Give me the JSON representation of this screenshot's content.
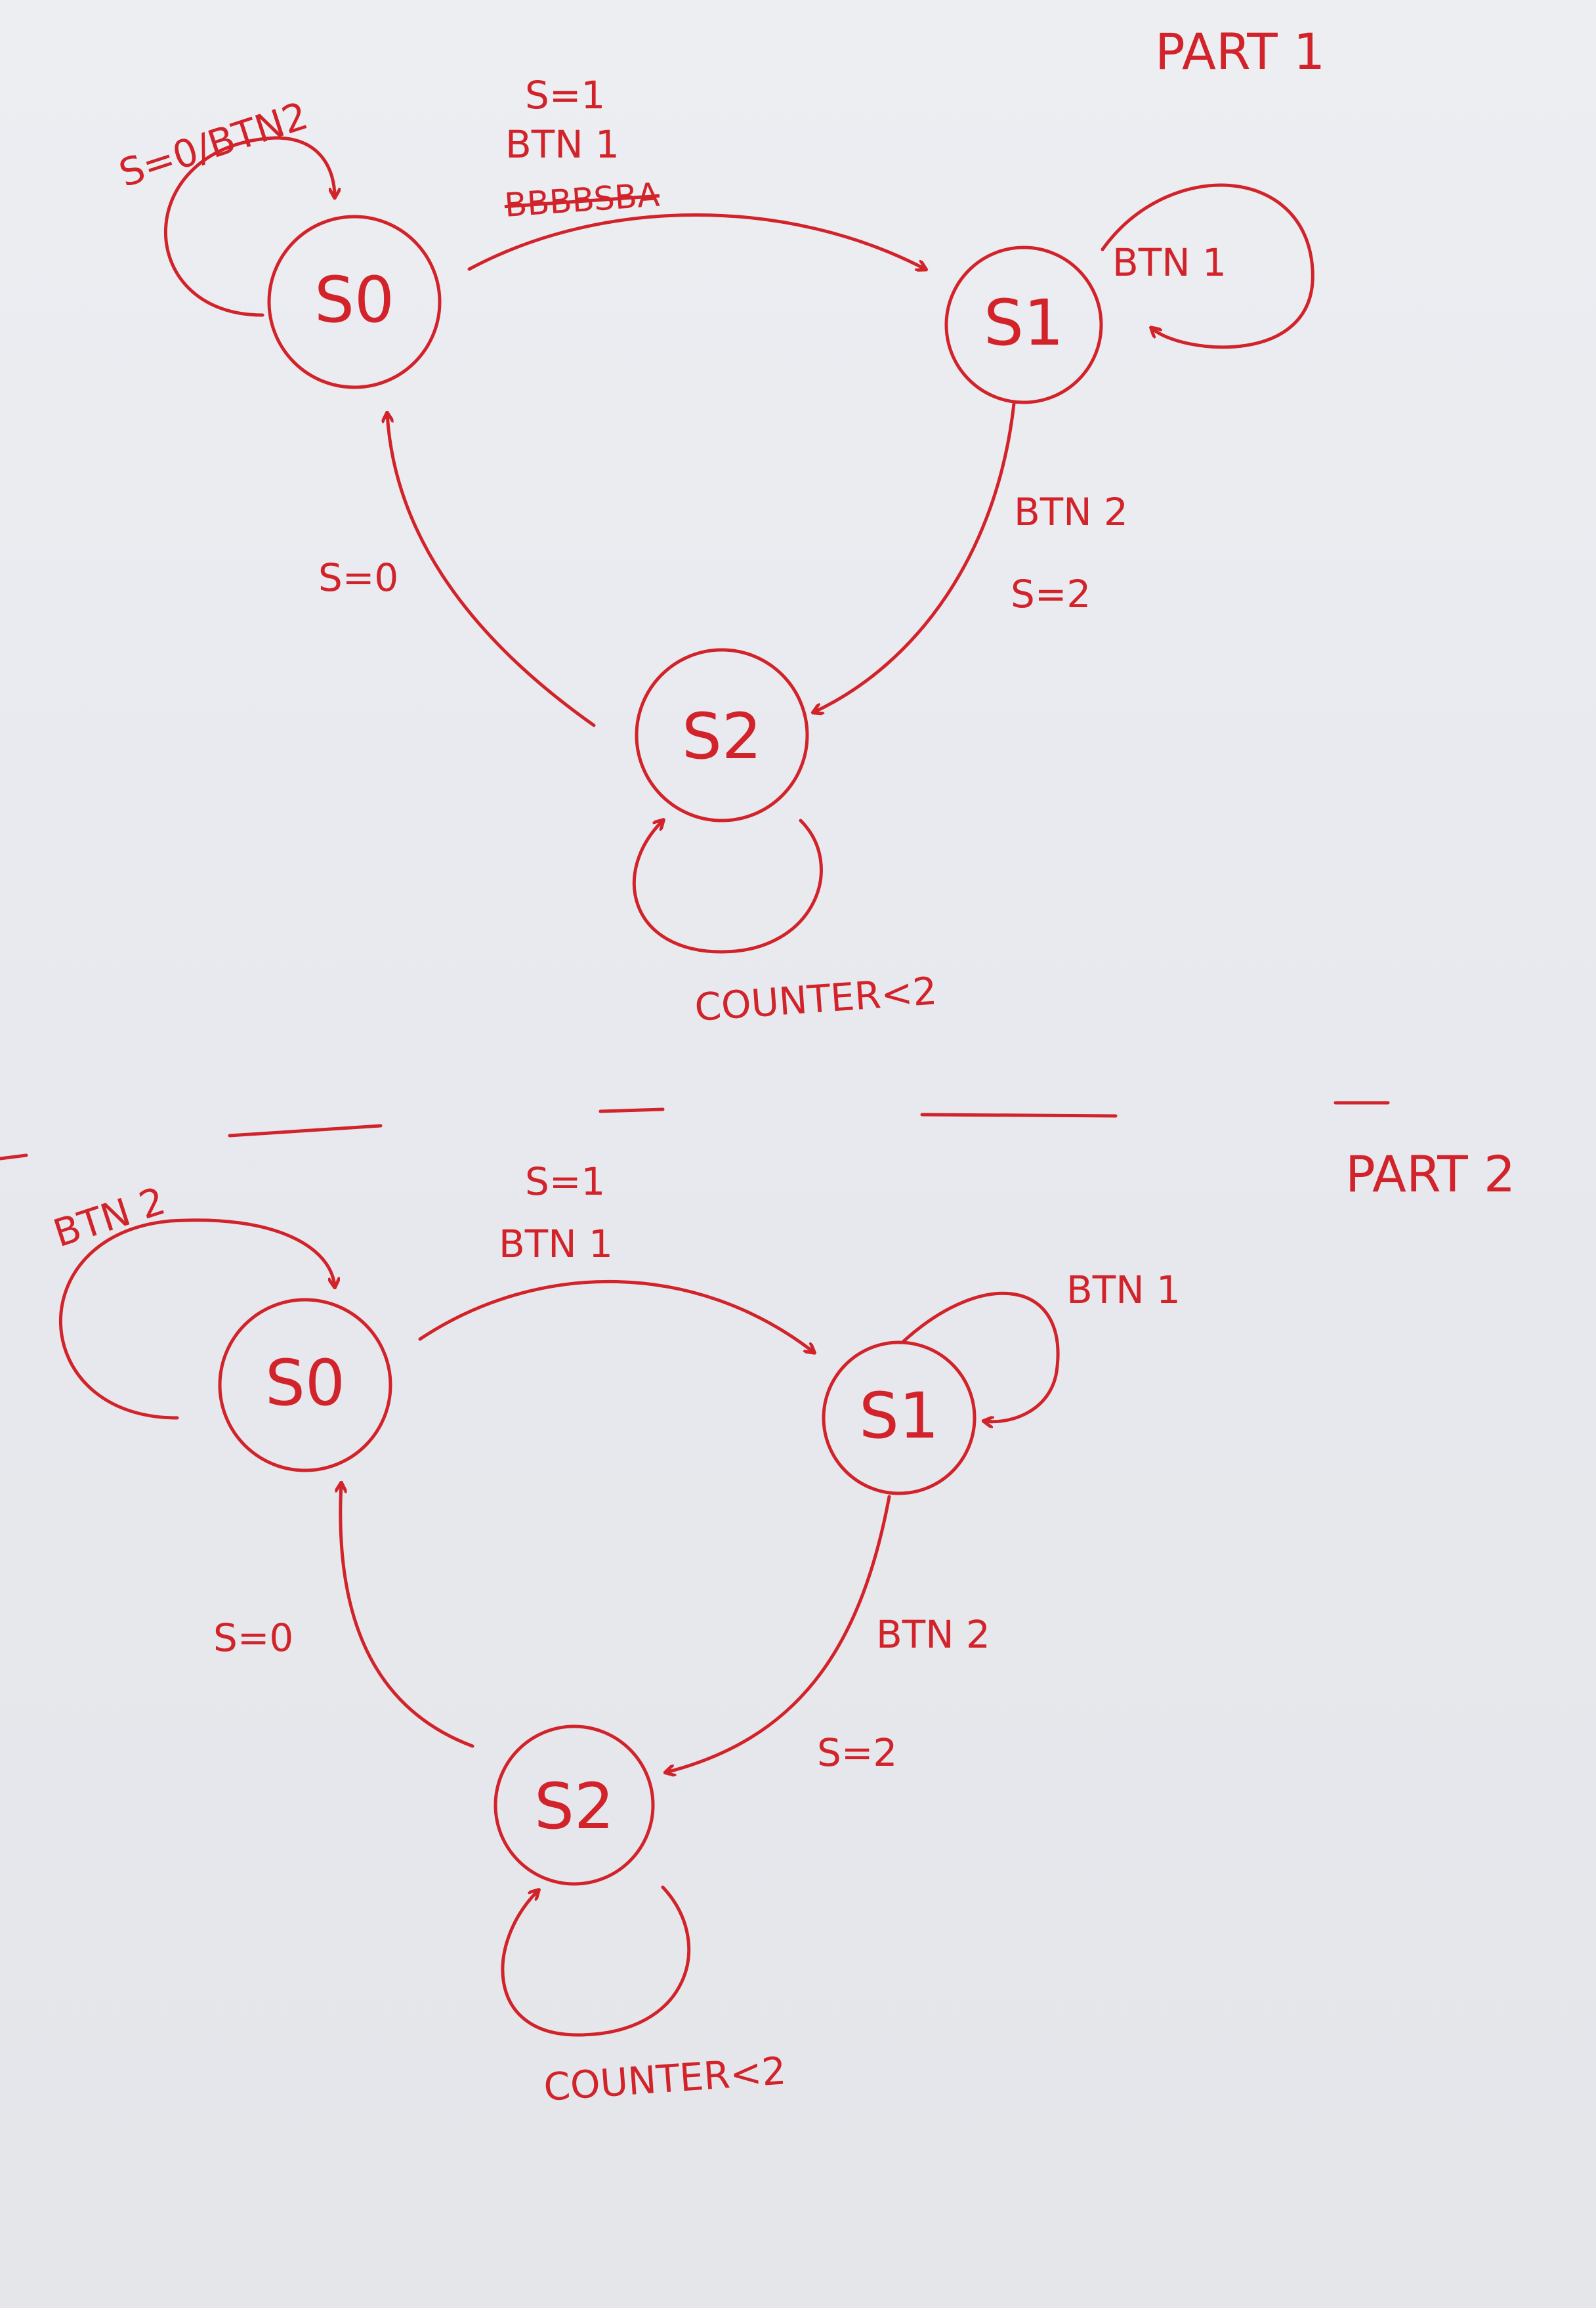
{
  "part1": {
    "title": "PART 1",
    "states": {
      "s0": "S0",
      "s1": "S1",
      "s2": "S2"
    },
    "edges": {
      "s0_self": "S=0/BTN2",
      "s0_to_s1_line1": "S=1",
      "s0_to_s1_line2": "BTN 1",
      "s0_to_s1_scribble": "BBBBSBA",
      "s1_self": "BTN 1",
      "s1_to_s2_line1": "BTN 2",
      "s1_to_s2_line2": "S=2",
      "s2_to_s0": "S=0",
      "s2_self": "COUNTER<2"
    }
  },
  "part2": {
    "title": "PART 2",
    "states": {
      "s0": "S0",
      "s1": "S1",
      "s2": "S2"
    },
    "edges": {
      "s0_self": "BTN 2",
      "s0_to_s1_line1": "S=1",
      "s0_to_s1_line2": "BTN 1",
      "s1_self": "BTN 1",
      "s1_to_s2_line1": "BTN 2",
      "s1_to_s2_line2": "S=2",
      "s2_to_s0": "S=0",
      "s2_self": "COUNTER<2"
    }
  },
  "colors": {
    "ink": "#d2232a",
    "paper": "#e9eaee"
  }
}
